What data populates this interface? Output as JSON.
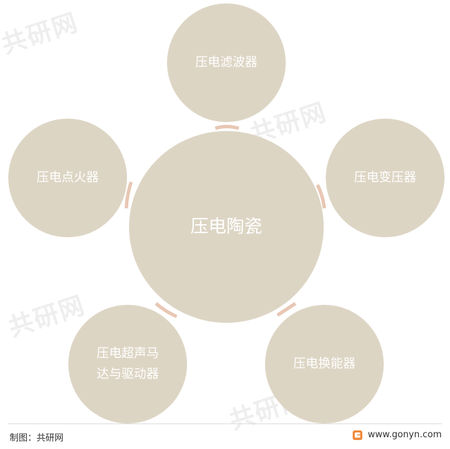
{
  "diagram": {
    "center": "压电陶瓷",
    "nodes": [
      {
        "lines": [
          "压电滤波器"
        ]
      },
      {
        "lines": [
          "压电变压器"
        ]
      },
      {
        "lines": [
          "压电换能器"
        ]
      },
      {
        "lines": [
          "压电超声马",
          "达与驱动器"
        ]
      },
      {
        "lines": [
          "压电点火器"
        ]
      }
    ]
  },
  "watermark": {
    "cn": "共研网",
    "en": "www.gonyn.com"
  },
  "footer": {
    "source": "制图：共研网",
    "website": "www.gonyn.com"
  },
  "colors": {
    "circle_fill": "#ddd5c4",
    "circle_text": "#ffffff",
    "connector": "#e8c7b4"
  }
}
